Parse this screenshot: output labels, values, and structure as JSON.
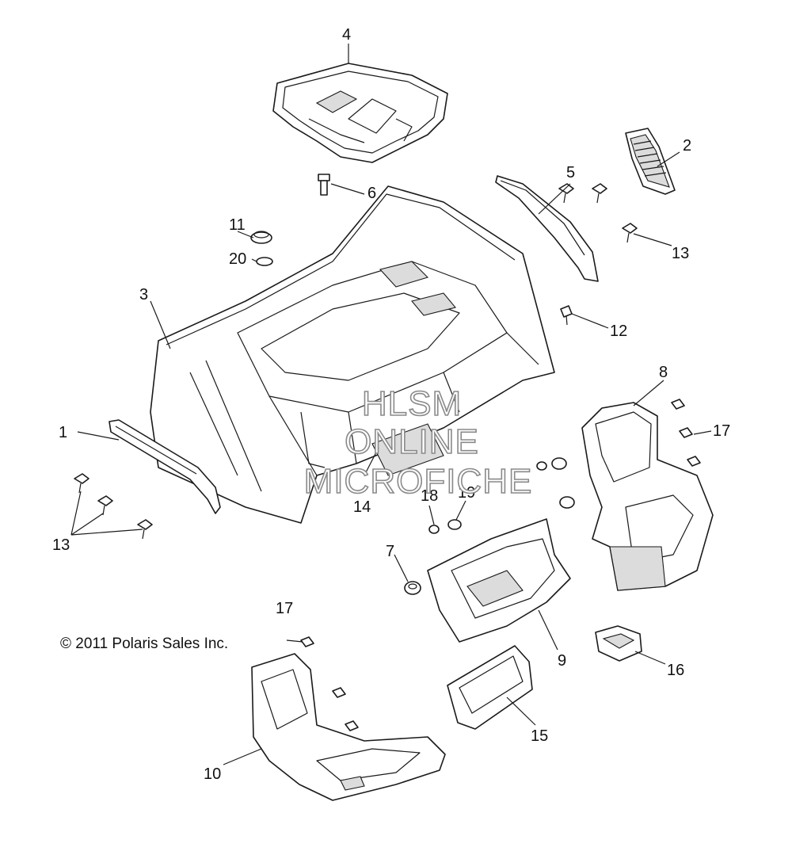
{
  "copyright": "© 2011 Polaris Sales Inc.",
  "watermark": [
    "HLSM",
    "ONLINE",
    "MICROFICHE"
  ],
  "callouts": [
    {
      "id": "c4",
      "label": "4"
    },
    {
      "id": "c2",
      "label": "2"
    },
    {
      "id": "c5",
      "label": "5"
    },
    {
      "id": "c6",
      "label": "6"
    },
    {
      "id": "c11",
      "label": "11"
    },
    {
      "id": "c20",
      "label": "20"
    },
    {
      "id": "c13a",
      "label": "13"
    },
    {
      "id": "c3",
      "label": "3"
    },
    {
      "id": "c12",
      "label": "12"
    },
    {
      "id": "c8",
      "label": "8"
    },
    {
      "id": "c17a",
      "label": "17"
    },
    {
      "id": "c1",
      "label": "1"
    },
    {
      "id": "c14",
      "label": "14"
    },
    {
      "id": "c18",
      "label": "18"
    },
    {
      "id": "c19",
      "label": "19"
    },
    {
      "id": "c13b",
      "label": "13"
    },
    {
      "id": "c7",
      "label": "7"
    },
    {
      "id": "c17b",
      "label": "17"
    },
    {
      "id": "c9",
      "label": "9"
    },
    {
      "id": "c16",
      "label": "16"
    },
    {
      "id": "c15",
      "label": "15"
    },
    {
      "id": "c10",
      "label": "10"
    }
  ]
}
